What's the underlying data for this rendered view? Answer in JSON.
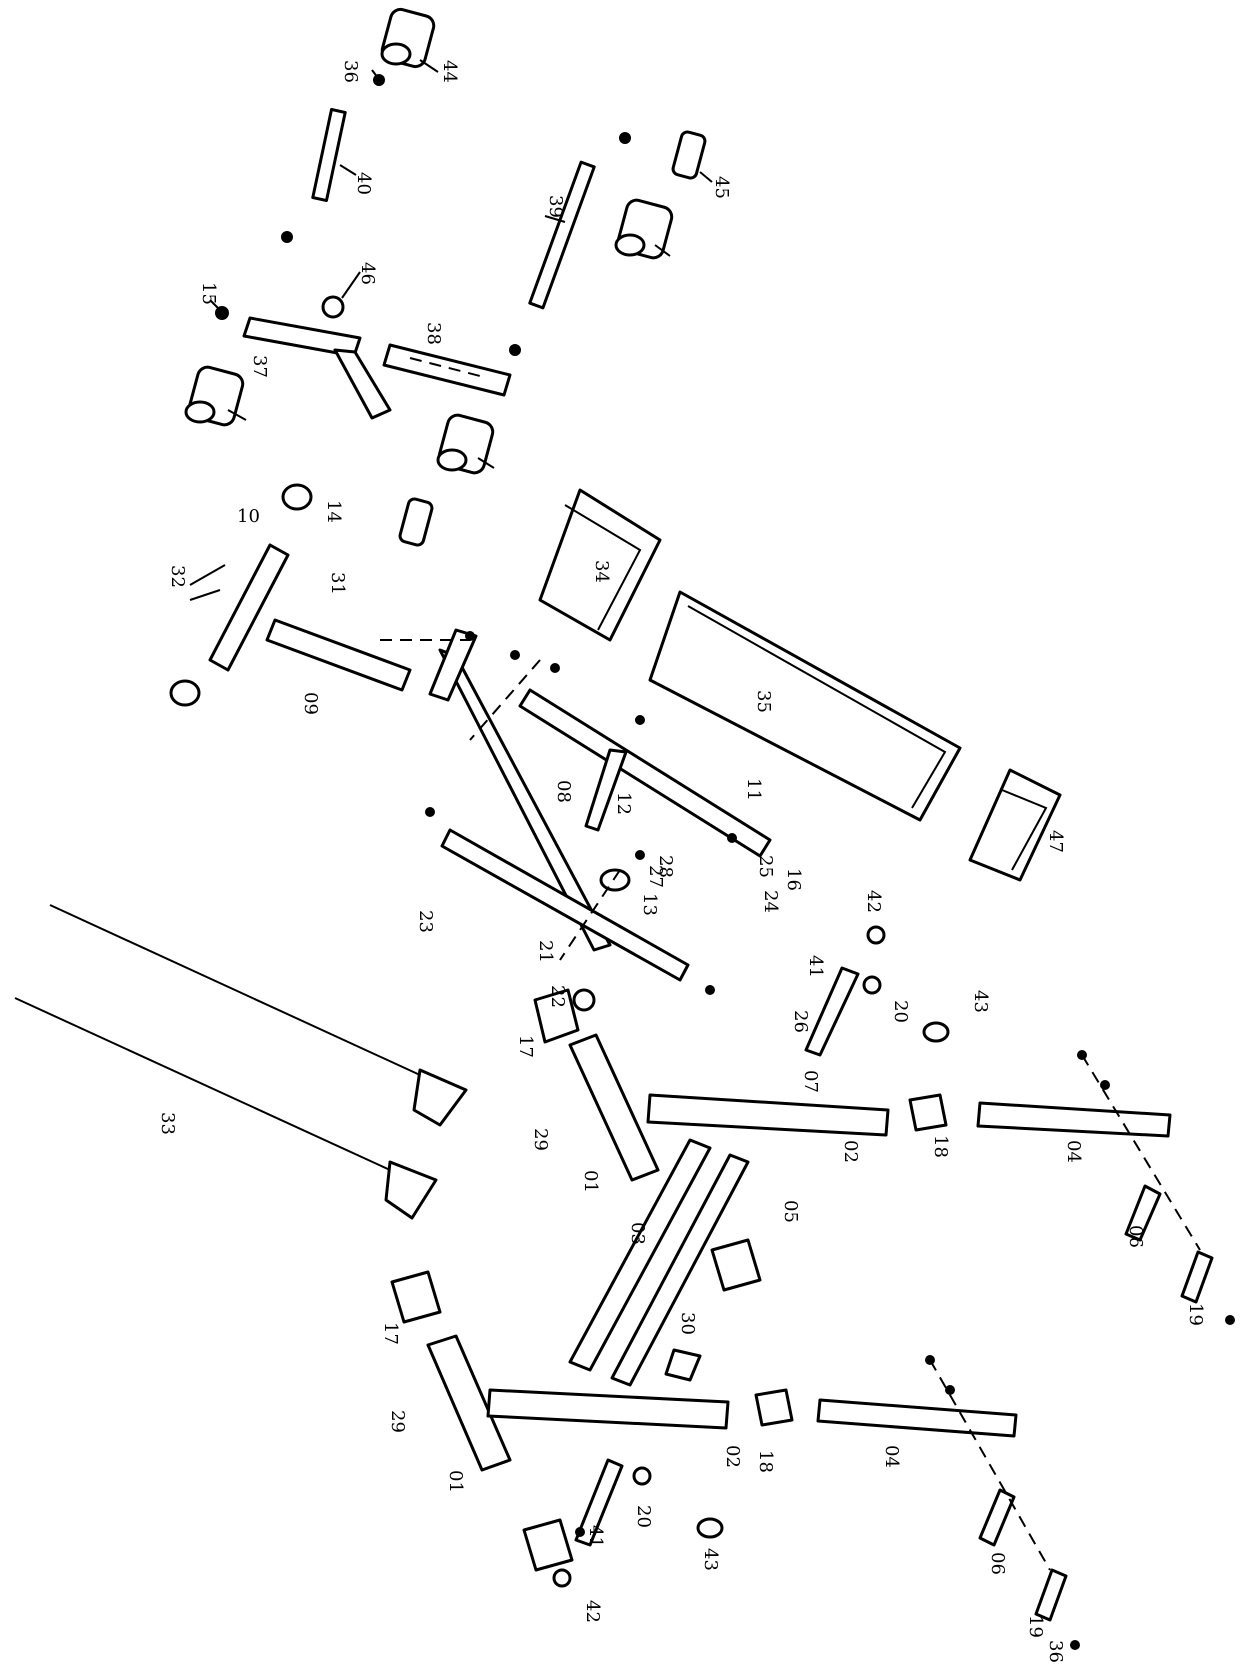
{
  "diagram": {
    "part_labels": [
      "01",
      "02",
      "03",
      "04",
      "05",
      "06",
      "07",
      "08",
      "09",
      "10",
      "11",
      "12",
      "13",
      "14",
      "15",
      "16",
      "17",
      "18",
      "19",
      "20",
      "21",
      "22",
      "23",
      "24",
      "25",
      "26",
      "27",
      "28",
      "29",
      "30",
      "31",
      "32",
      "33",
      "34",
      "35",
      "36",
      "37",
      "38",
      "39",
      "40",
      "41",
      "42",
      "43",
      "44",
      "45",
      "46",
      "47"
    ],
    "colors": {
      "line": "#000000",
      "background": "#ffffff"
    },
    "orientation": "rotated-90-clockwise"
  }
}
